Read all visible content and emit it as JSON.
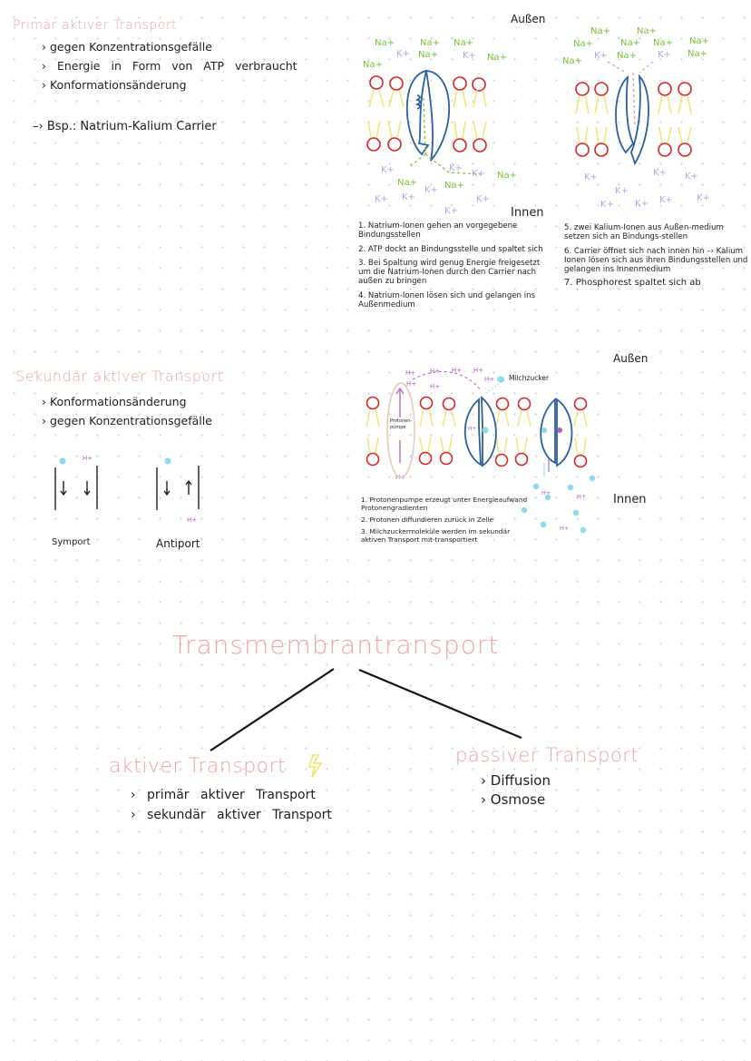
{
  "section_primary": {
    "title": "Primär aktiver Transport",
    "bullets": [
      "› gegen Konzentrationsgefälle",
      "› Energie in Form von ATP verbraucht",
      "› Konformationsänderung"
    ],
    "example": "–› Bsp.: Natrium-Kalium Carrier"
  },
  "diagram_primary": {
    "outside_label": "Außen",
    "inside_label": "Innen",
    "ion_sodium": "Na+",
    "ion_potassium": "K+",
    "steps_left": [
      "1. Natrium-Ionen gehen an vorgegebene Bindungsstellen",
      "2. ATP dockt an Bindungsstelle und spaltet sich",
      "3. Bei Spaltung wird genug Energie freigesetzt um die Natrium-Ionen durch den Carrier nach außen zu bringen",
      "4. Natrium-Ionen lösen sich und gelangen ins Außenmedium"
    ],
    "steps_right": [
      "5. zwei Kalium-Ionen aus Außen-medium setzen sich an Bindungs-stellen",
      "6. Carrier öffnet sich nach innen hin –› Kalium Ionen lösen sich aus ihren Bindungsstellen und gelangen ins Innenmedium",
      "7. Phosphorest spaltet sich ab"
    ]
  },
  "section_secondary": {
    "title": "Sekundär aktiver Transport",
    "bullets": [
      "› Konformationsänderung",
      "› gegen Konzentrationsgefälle"
    ],
    "symport_label": "Symport",
    "antiport_label": "Antiport",
    "proton": "H+"
  },
  "diagram_secondary": {
    "outside_label": "Außen",
    "inside_label": "Innen",
    "pump_label": "Protonen-pumpe",
    "sugar_label": "Milchzucker",
    "proton": "H+",
    "steps": [
      "1. Protonenpumpe erzeugt unter Energieaufwand Protonengradienten",
      "2. Protonen diffundieren zurück in Zelle",
      "3. Milchzuckermoleküle werden im sekundär aktiven Transport mit-transportiert"
    ]
  },
  "overview": {
    "title": "Transmembrantransport",
    "active": {
      "title": "aktiver Transport",
      "items": [
        "› primär aktiver Transport",
        "› sekundär aktiver Transport"
      ]
    },
    "passive": {
      "title": "passiver Transport",
      "items": [
        "› Diffusion",
        "› Osmose"
      ]
    }
  },
  "colors": {
    "title_pink": "#f0a4a4",
    "sodium_green": "#7cbf3a",
    "potassium_purple": "#b4a6e8",
    "proton_magenta": "#b05cc0",
    "carrier_blue": "#2b5f9e",
    "phospholipid_red": "#d42626",
    "tail_yellow": "#f2e36a",
    "sugar_cyan": "#8fd8ee",
    "pump_beige": "#e4d2c2"
  }
}
